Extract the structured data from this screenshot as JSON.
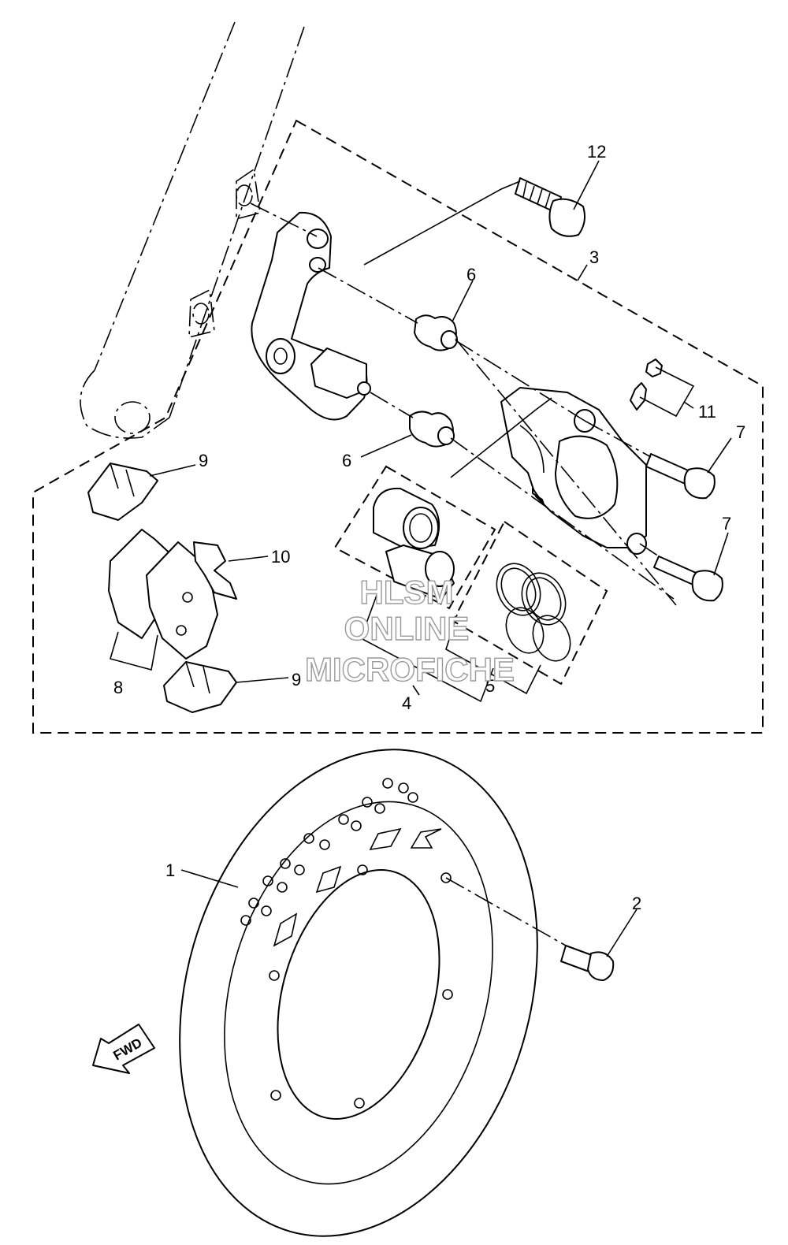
{
  "callouts": {
    "c1": "1",
    "c2": "2",
    "c3": "3",
    "c4": "4",
    "c5": "5",
    "c6a": "6",
    "c6b": "6",
    "c7a": "7",
    "c7b": "7",
    "c8": "8",
    "c9a": "9",
    "c9b": "9",
    "c10": "10",
    "c11": "11",
    "c12": "12"
  },
  "watermark": {
    "line1": "HLSM",
    "line2": "ONLINE",
    "line3": "MICROFICHE"
  },
  "direction_arrow": {
    "label": "FWD",
    "icon": "arrow-left-down-icon"
  },
  "colors": {
    "line": "#000000",
    "background": "#ffffff",
    "watermark_outline": "#9a9a9a"
  }
}
